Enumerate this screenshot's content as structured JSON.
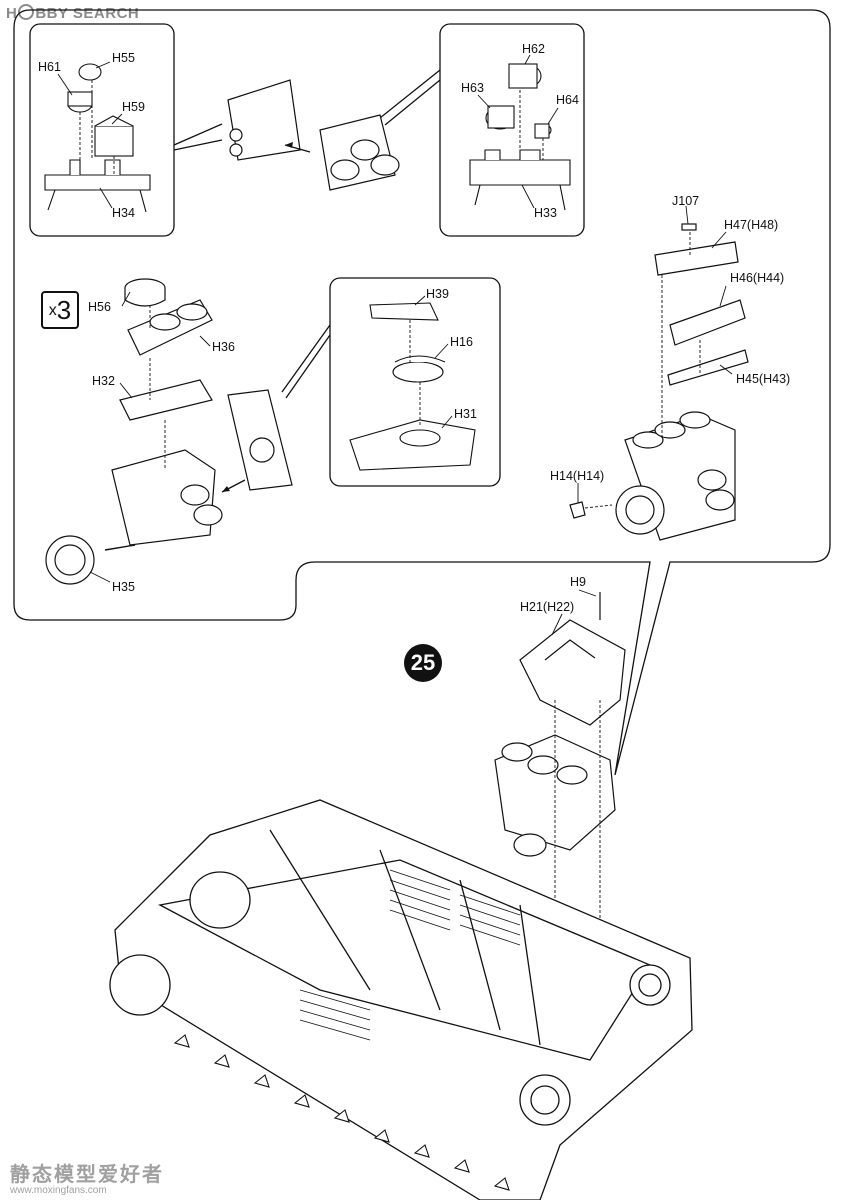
{
  "watermark": {
    "top": "H BBY SEARCH",
    "top_left": "H",
    "top_right": "BBY SEARCH",
    "bottom_cn": "静态模型爱好者",
    "bottom_url": "www.moxingfans.com"
  },
  "step": {
    "number": "25"
  },
  "multiplier": {
    "prefix": "x",
    "count": "3"
  },
  "parts": {
    "h61": "H61",
    "h55": "H55",
    "h59": "H59",
    "h34": "H34",
    "h62": "H62",
    "h63": "H63",
    "h64": "H64",
    "h33": "H33",
    "j107": "J107",
    "h47": "H47(H48)",
    "h46": "H46(H44)",
    "h45": "H45(H43)",
    "h14": "H14(H14)",
    "h56": "H56",
    "h36": "H36",
    "h32": "H32",
    "h35": "H35",
    "h39": "H39",
    "h16": "H16",
    "h31": "H31",
    "h9": "H9",
    "h21": "H21(H22)"
  }
}
